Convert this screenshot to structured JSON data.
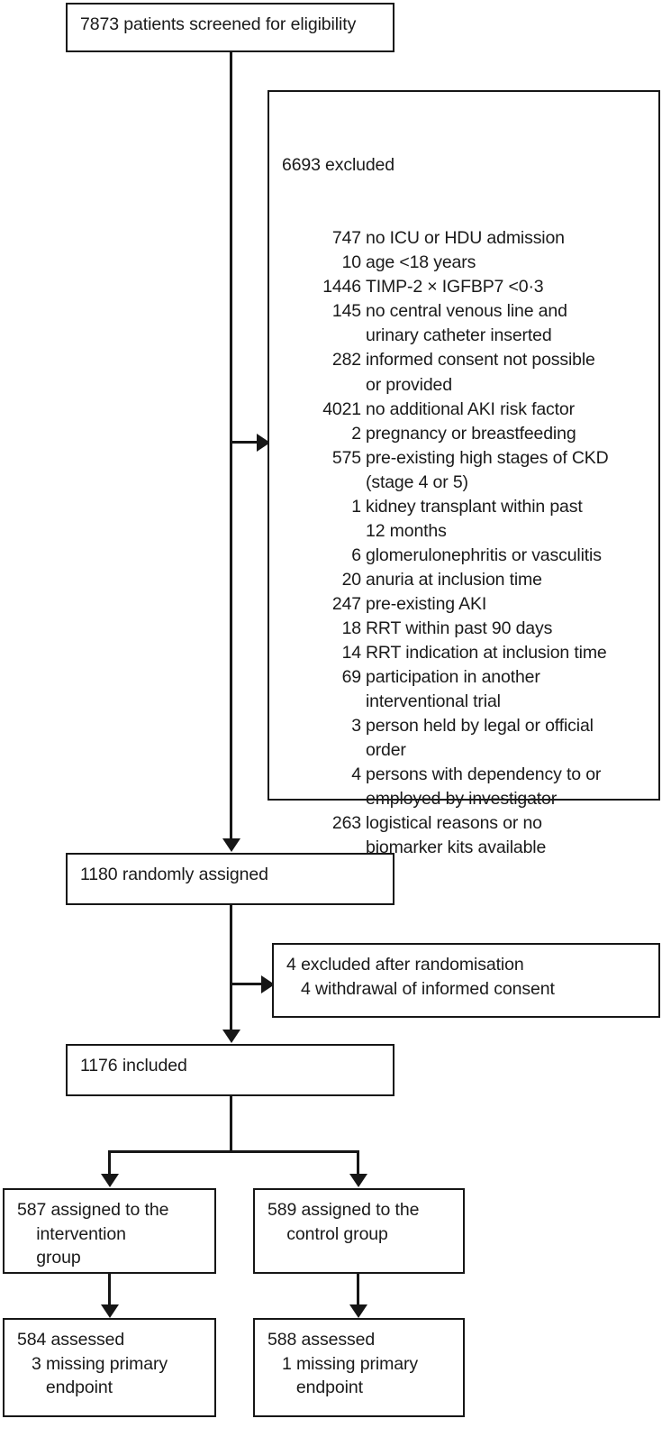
{
  "diagram": {
    "type": "consort-flow-diagram",
    "nodes": {
      "screened": "7873 patients screened for eligibility",
      "randomised": "1180 randomly assigned",
      "included": "1176 included",
      "intervention_assigned": "587 assigned to the\n    intervention\n    group",
      "control_assigned": "589 assigned to the\n    control group",
      "intervention_assessed": "584 assessed\n   3 missing primary\n      endpoint",
      "control_assessed": "588 assessed\n   1 missing primary\n      endpoint",
      "post_rand_excluded": "4 excluded after randomisation\n   4 withdrawal of informed consent"
    },
    "excluded": {
      "heading": "6693 excluded",
      "reasons": [
        {
          "n": "747",
          "text": "no ICU or HDU admission"
        },
        {
          "n": "10",
          "text": "age <18 years"
        },
        {
          "n": "1446",
          "text": "TIMP-2 × IGFBP7 <0·3"
        },
        {
          "n": "145",
          "text": "no central venous line and\nurinary catheter inserted"
        },
        {
          "n": "282",
          "text": "informed consent not possible\nor provided"
        },
        {
          "n": "4021",
          "text": "no additional AKI risk factor"
        },
        {
          "n": "2",
          "text": "pregnancy or breastfeeding"
        },
        {
          "n": "575",
          "text": "pre-existing high stages of CKD\n(stage 4 or 5)"
        },
        {
          "n": "1",
          "text": "kidney transplant within past\n12 months"
        },
        {
          "n": "6",
          "text": "glomerulonephritis or vasculitis"
        },
        {
          "n": "20",
          "text": "anuria at inclusion time"
        },
        {
          "n": "247",
          "text": "pre-existing AKI"
        },
        {
          "n": "18",
          "text": "RRT within past 90 days"
        },
        {
          "n": "14",
          "text": "RRT indication at inclusion time"
        },
        {
          "n": "69",
          "text": "participation in another\ninterventional trial"
        },
        {
          "n": "3",
          "text": "person held by legal or official\norder"
        },
        {
          "n": "4",
          "text": "persons with dependency to or\nemployed by investigator"
        },
        {
          "n": "263",
          "text": "logistical reasons or no\nbiomarker kits available"
        }
      ]
    },
    "colors": {
      "stroke": "#161616",
      "background": "#ffffff",
      "text": "#1a1a1a"
    }
  }
}
